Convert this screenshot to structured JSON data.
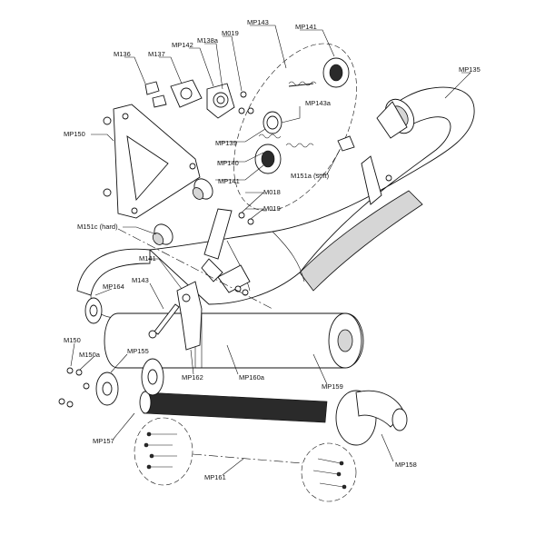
{
  "labels": {
    "m136": "M136",
    "m137": "M137",
    "mp142": "MP142",
    "m138a": "M138a",
    "m019_top": "M019",
    "mp143": "MP143",
    "mp141_top": "MP141",
    "mp135": "MP135",
    "mp143a": "MP143a",
    "mp150": "MP150",
    "mp139": "MP139",
    "mp140": "MP140",
    "mp141_mid": "MP141",
    "m151a": "M151a (soft)",
    "m018": "M018",
    "m019_mid": "M019",
    "m151c": "M151c (hard)",
    "m141": "M141",
    "mp164": "MP164",
    "m143": "M143",
    "m150": "M150",
    "m150a": "M150a",
    "mp155": "MP155",
    "mp162": "MP162",
    "mp160a": "MP160a",
    "mp159": "MP159",
    "mp157": "MP157",
    "mp161": "MP161",
    "mp158": "MP158"
  }
}
